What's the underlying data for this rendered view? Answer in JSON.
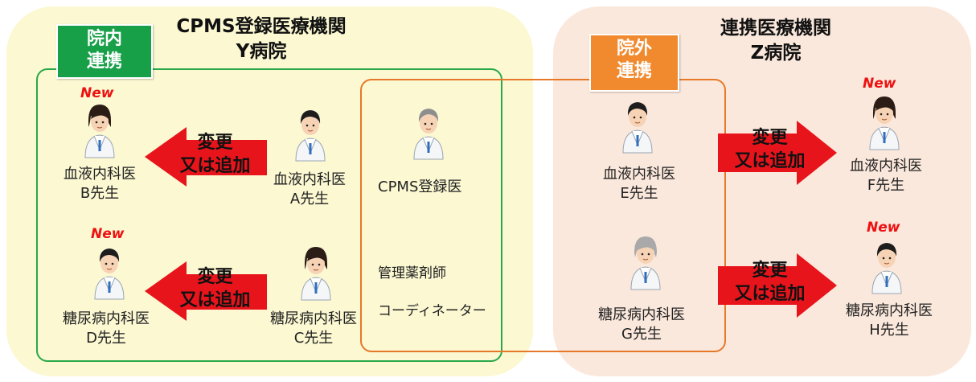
{
  "y_hospital": {
    "title_line1": "CPMS登録医療機関",
    "title_line2": "Y病院"
  },
  "z_hospital": {
    "title_line1": "連携医療機関",
    "title_line2": "Z病院"
  },
  "in_hospital_tag": {
    "line1": "院内",
    "line2": "連携"
  },
  "out_hospital_tag": {
    "line1": "院外",
    "line2": "連携"
  },
  "new_badge": "New",
  "arrow_label": {
    "line1": "変更",
    "line2": "又は追加"
  },
  "doctors": {
    "a": {
      "dept": "血液内科医",
      "name": "A先生"
    },
    "b": {
      "dept": "血液内科医",
      "name": "B先生"
    },
    "c": {
      "dept": "糖尿病内科医",
      "name": "C先生"
    },
    "d": {
      "dept": "糖尿病内科医",
      "name": "D先生"
    },
    "e": {
      "dept": "血液内科医",
      "name": "E先生"
    },
    "f": {
      "dept": "血液内科医",
      "name": "F先生"
    },
    "g": {
      "dept": "糖尿病内科医",
      "name": "G先生"
    },
    "h": {
      "dept": "糖尿病内科医",
      "name": "H先生"
    }
  },
  "cpms": {
    "registered_doctor": "CPMS登録医",
    "pharmacist": "管理薬剤師",
    "coordinator": "コーディネーター"
  },
  "colors": {
    "green": "#18a049",
    "orange": "#f18a2e",
    "arrow_red": "#e8141c",
    "panel_y": "#fbf8d2",
    "panel_z": "#fbe8dc"
  }
}
